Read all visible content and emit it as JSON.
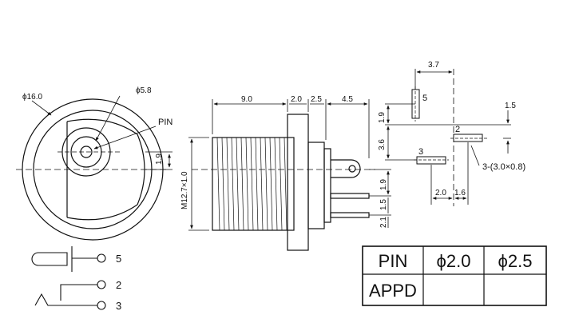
{
  "front_view": {
    "outer_diameter": "ϕ16.0",
    "hole_diameter": "ϕ5.8",
    "pin_label": "PIN",
    "offset": "1.9"
  },
  "side_view": {
    "body_length": "9.0",
    "flange": "2.0",
    "gap": "2.5",
    "tab_length": "4.5",
    "thread": "M12.7×1.0",
    "pin_offset_a": "1.9",
    "pin_offset_b": "1.5",
    "pin_offset_c": "2.1"
  },
  "pcb_layout": {
    "span": "3.7",
    "vert_a": "1.9",
    "vert_b": "3.6",
    "margin": "1.5",
    "pad_5": "5",
    "pad_2": "2",
    "pad_3": "3",
    "slot_spec": "3-(3.0×0.8)",
    "h_a": "2.0",
    "h_b": "1.6"
  },
  "schematic": {
    "pins": [
      "5",
      "2",
      "3"
    ]
  },
  "table": {
    "rows": [
      [
        "PIN",
        "ϕ2.0",
        "ϕ2.5"
      ],
      [
        "APPD",
        "",
        ""
      ]
    ]
  },
  "colors": {
    "line": "#111111",
    "background": "#ffffff"
  }
}
